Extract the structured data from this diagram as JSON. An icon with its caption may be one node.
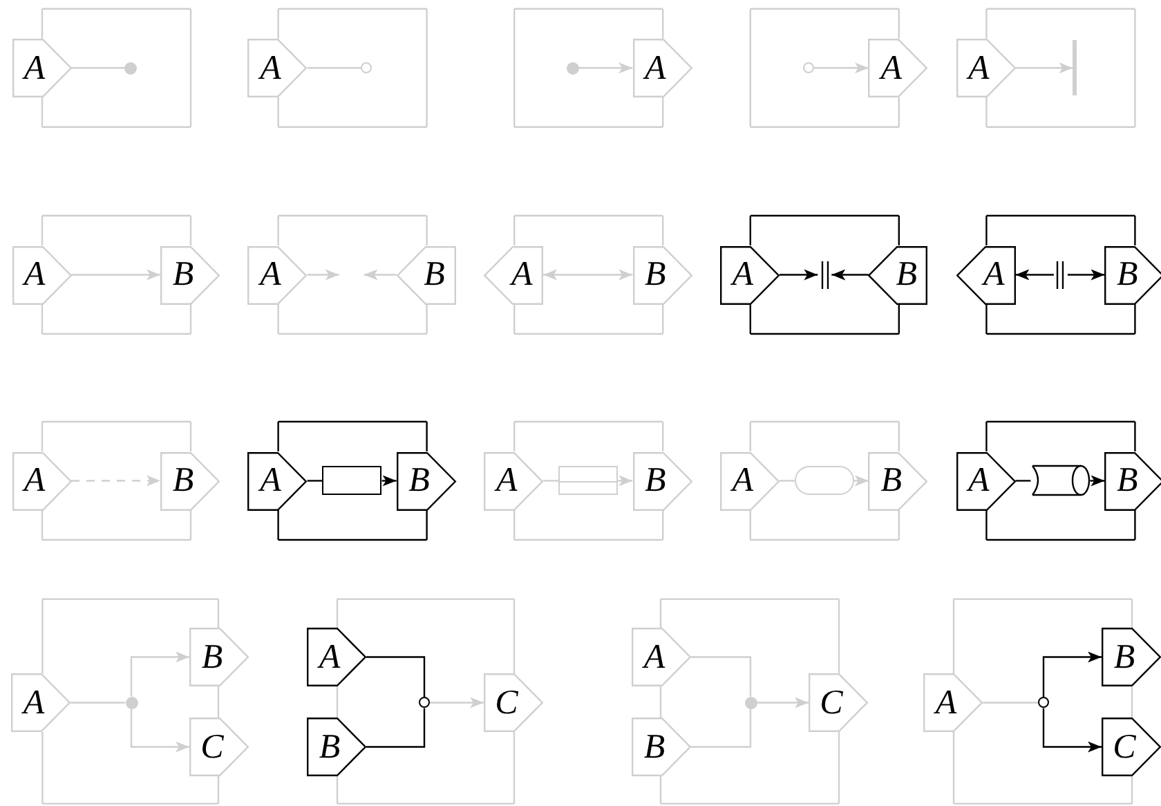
{
  "diagram": {
    "nodes": [
      {
        "text": [
          "A"
        ]
      },
      {
        "text": [],
        "shape": "circle"
      },
      {
        "text": [
          "A"
        ]
      },
      {
        "text": [],
        "shape": "circle"
      },
      {
        "text": [],
        "shape": "circle"
      },
      {
        "text": [
          "A"
        ]
      },
      {
        "text": [],
        "shape": "circle"
      },
      {
        "text": [
          "A"
        ]
      },
      {
        "text": [
          "A"
        ]
      },
      {
        "text": [],
        "shape": "bar"
      },
      {
        "text": [
          "A"
        ]
      },
      {
        "text": [
          "B"
        ]
      },
      {
        "text": [
          "A"
        ]
      },
      {
        "text": [
          "B"
        ]
      },
      {
        "text": [
          "A"
        ]
      },
      {
        "text": [
          "B"
        ]
      },
      {
        "text": [
          "A"
        ]
      },
      {
        "text": [],
        "shape": "bar"
      },
      {
        "text": [
          "B"
        ]
      },
      {
        "text": [
          "A"
        ]
      },
      {
        "text": [],
        "shape": "bar"
      },
      {
        "text": [
          "B"
        ]
      },
      {
        "text": [
          "A"
        ]
      },
      {
        "text": [
          "B"
        ]
      },
      {
        "text": [
          "A"
        ]
      },
      {
        "text": [],
        "shape": "box"
      },
      {
        "text": [
          "B"
        ]
      },
      {
        "text": [
          "A"
        ]
      },
      {
        "text": [],
        "shape": "box"
      },
      {
        "text": [
          "B"
        ]
      },
      {
        "text": [
          "A"
        ]
      },
      {
        "text": [],
        "shape": "capsule"
      },
      {
        "text": [
          "B"
        ]
      },
      {
        "text": [
          "A"
        ]
      },
      {
        "text": [],
        "shape": "cylinder"
      },
      {
        "text": [
          "B"
        ]
      },
      {
        "text": [
          "A"
        ]
      },
      {
        "text": [],
        "shape": "circle"
      },
      {
        "text": [
          "B"
        ]
      },
      {
        "text": [
          "C"
        ]
      },
      {
        "text": [
          "A"
        ]
      },
      {
        "text": [
          "B"
        ]
      },
      {
        "text": [],
        "shape": "circle"
      },
      {
        "text": [
          "C"
        ]
      },
      {
        "text": [
          "A"
        ]
      },
      {
        "text": [
          "B"
        ]
      },
      {
        "text": [],
        "shape": "circle"
      },
      {
        "text": [
          "C"
        ]
      },
      {
        "text": [
          "A"
        ]
      },
      {
        "text": [],
        "shape": "circle"
      },
      {
        "text": [
          "B"
        ]
      },
      {
        "text": [
          "C"
        ]
      }
    ],
    "edges": [
      {
        "from": 0,
        "to": 1,
        "arrow": "none"
      },
      {
        "from": 2,
        "to": 3,
        "arrow": "none"
      },
      {
        "from": 4,
        "to": 5,
        "arrow": "to"
      },
      {
        "from": 6,
        "to": 7,
        "arrow": "to"
      },
      {
        "from": 8,
        "to": 9,
        "arrow": "to"
      },
      {
        "from": 10,
        "to": 11,
        "arrow": "to"
      },
      {
        "from": 12,
        "to": null,
        "arrow": "to"
      },
      {
        "from": 13,
        "to": null,
        "arrow": "to"
      },
      {
        "from": 14,
        "to": 15,
        "arrow": "both"
      },
      {
        "from": 16,
        "to": 17,
        "arrow": "to",
        "color": "#000000"
      },
      {
        "from": 18,
        "to": 17,
        "arrow": "to",
        "color": "#000000"
      },
      {
        "from": 20,
        "to": 19,
        "arrow": "to",
        "color": "#000000"
      },
      {
        "from": 20,
        "to": 21,
        "arrow": "to",
        "color": "#000000"
      },
      {
        "from": 22,
        "to": 23,
        "arrow": "to",
        "style": "dashed"
      },
      {
        "from": 24,
        "to": 25,
        "arrow": "none",
        "color": "#000000"
      },
      {
        "from": 25,
        "to": 26,
        "arrow": "to",
        "color": "#000000"
      },
      {
        "from": 27,
        "to": 28,
        "arrow": "none"
      },
      {
        "from": 28,
        "to": 29,
        "arrow": "to"
      },
      {
        "from": 30,
        "to": 31,
        "arrow": "none"
      },
      {
        "from": 31,
        "to": 32,
        "arrow": "to"
      },
      {
        "from": 33,
        "to": 34,
        "arrow": "none",
        "color": "#000000"
      },
      {
        "from": 34,
        "to": 35,
        "arrow": "to",
        "color": "#000000"
      },
      {
        "from": 36,
        "to": 37,
        "arrow": "none"
      },
      {
        "from": 37,
        "to": 38,
        "arrow": "to"
      },
      {
        "from": 37,
        "to": 39,
        "arrow": "to"
      },
      {
        "from": 40,
        "to": 42,
        "arrow": "none",
        "color": "#000000"
      },
      {
        "from": 41,
        "to": 42,
        "arrow": "none",
        "color": "#000000"
      },
      {
        "from": 42,
        "to": 43,
        "arrow": "to"
      },
      {
        "from": 44,
        "to": 46,
        "arrow": "none"
      },
      {
        "from": 45,
        "to": 46,
        "arrow": "none"
      },
      {
        "from": 46,
        "to": 47,
        "arrow": "to"
      },
      {
        "from": 48,
        "to": 49,
        "arrow": "none"
      },
      {
        "from": 49,
        "to": 50,
        "arrow": "to",
        "color": "#000000"
      },
      {
        "from": 49,
        "to": 51,
        "arrow": "to",
        "color": "#000000"
      }
    ]
  }
}
